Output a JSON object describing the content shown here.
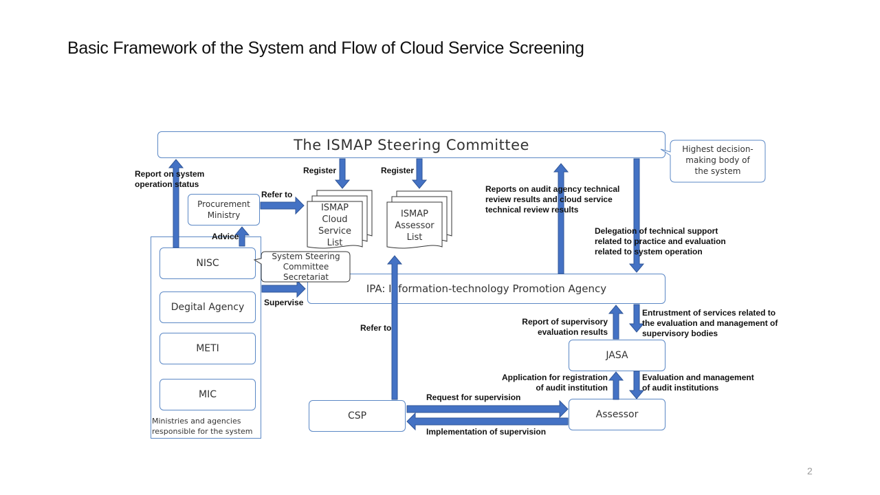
{
  "slide": {
    "title": "Basic Framework of the System and Flow of Cloud Service Screening",
    "page_number": "2"
  },
  "nodes": {
    "steering_committee": "The ISMAP Steering Committee",
    "highest_decision": [
      "Highest decision-",
      "making body of",
      "the system"
    ],
    "procurement_ministry": [
      "Procurement",
      "Ministry"
    ],
    "nisc": "NISC",
    "digital_agency": "Degital Agency",
    "meti": "METI",
    "mic": "MIC",
    "ministries_group": [
      "Ministries and agencies",
      "responsible for the system"
    ],
    "secretariat": [
      "System Steering",
      "Committee",
      "Secretariat"
    ],
    "cloud_service_list": [
      "ISMAP",
      "Cloud",
      "Service",
      "List"
    ],
    "assessor_list": [
      "ISMAP",
      "Assessor",
      "List"
    ],
    "ipa": "IPA:  Information-technology Promotion Agency",
    "jasa": "JASA",
    "csp": "CSP",
    "assessor": "Assessor"
  },
  "labels": {
    "report_status": [
      "Report on system",
      "operation status"
    ],
    "refer_to_1": "Refer to",
    "advice": "Advice",
    "register_1": "Register",
    "register_2": "Register",
    "reports_audit": [
      "Reports on audit agency technical",
      "review results and cloud service",
      "technical review results"
    ],
    "delegation": [
      "Delegation of technical support",
      "related to practice and evaluation",
      "related to system operation"
    ],
    "supervise": "Supervise",
    "refer_to_2": "Refer to",
    "report_supervisory": [
      "Report of supervisory",
      "evaluation results"
    ],
    "entrustment": [
      "Entrustment of services related to",
      "the evaluation  and management of",
      "supervisory bodies"
    ],
    "application": [
      "Application  for registration",
      "of audit institution"
    ],
    "evaluation_mgmt": [
      "Evaluation and management",
      "of audit institutions"
    ],
    "request_supervision": "Request for supervision",
    "implementation_supervision": "Implementation of supervision"
  },
  "colors": {
    "arrow": "#4472c4",
    "arrow_edge": "#2f5597",
    "box_border": "#5a87c5"
  }
}
